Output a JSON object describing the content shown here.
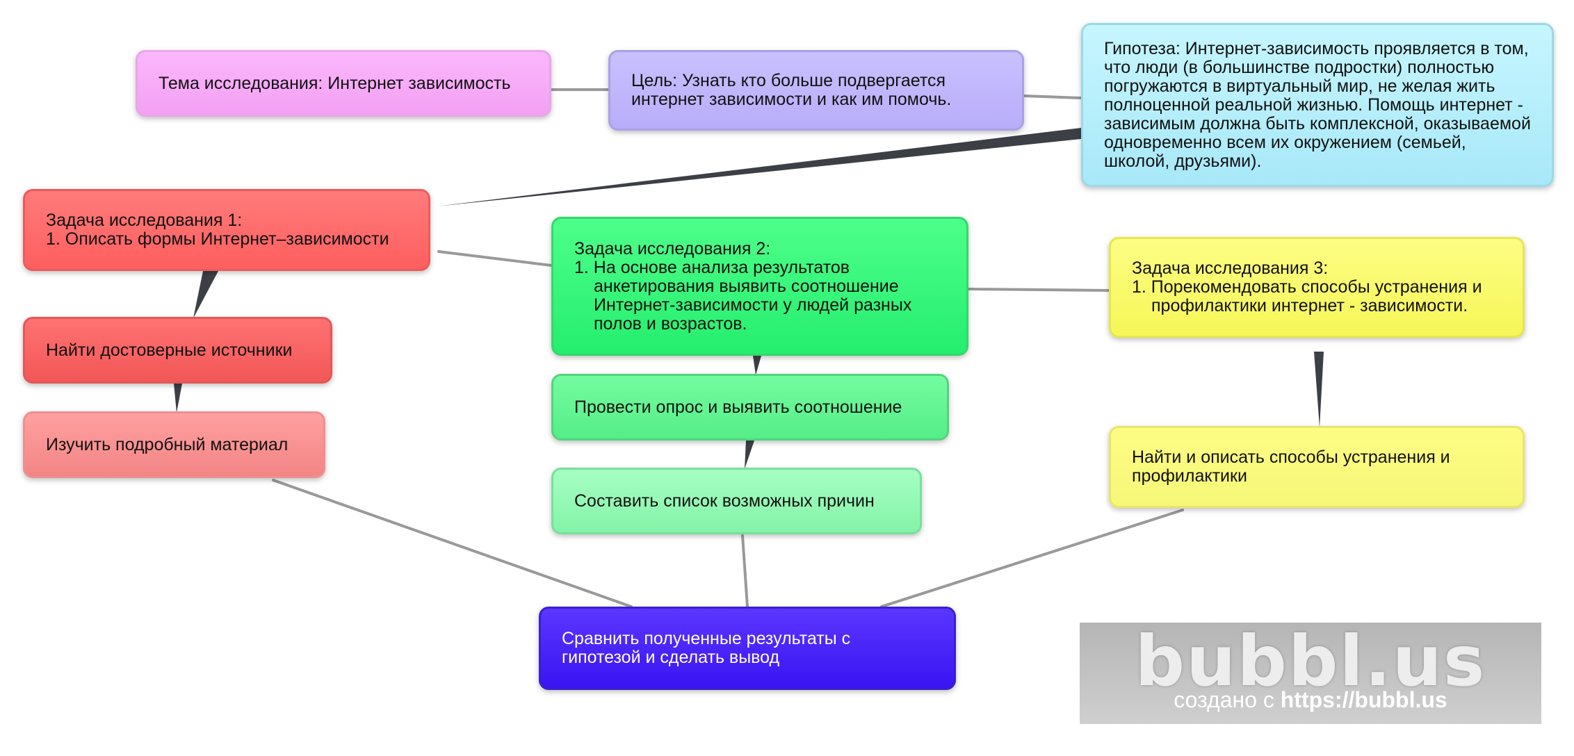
{
  "diagram": {
    "nodes": {
      "topic": {
        "text": "Тема исследования: Интернет зависимость",
        "color": "#f7aaf7"
      },
      "goal": {
        "lines": [
          "Цель:  Узнать кто больше подвергается",
          "интернет зависимости и как им помочь."
        ],
        "color": "#c1b6fd"
      },
      "hypothesis": {
        "text": "Гипотеза:  Интернет-зависимость проявляется в том, что люди (в большинстве подростки) полностью погружаются в виртуальный мир, не желая жить полноценной реальной жизнью. Помощь интернет - зависимым должна быть комплексной, оказываемой одновременно всем их окружением (семьей, школой, друзьями).",
        "color": "#b6f0fc"
      },
      "task1": {
        "title": "Задача исследования 1:",
        "item": "1. Описать формы Интернет–зависимости",
        "color": "#ff6b6b"
      },
      "find_sources": {
        "text": "Найти достоверные источники",
        "color": "#f86565"
      },
      "study_material": {
        "text": "Изучить подробный материал",
        "color": "#f99292"
      },
      "task2": {
        "title": "Задача исследования 2:",
        "item": "1. На основе анализа результатов анкетирования выявить соотношение Интернет-зависимости у людей разных полов и возрастов.",
        "color": "#3af77c"
      },
      "survey": {
        "text": "Провести опрос и выявить соотношение",
        "color": "#65f594"
      },
      "causes_list": {
        "text": "Составить список возможных причин",
        "color": "#95f9b5"
      },
      "task3": {
        "title": "Задача исследования 3:",
        "item": "1. Порекомендовать способы устранения и профилактики интернет - зависимости.",
        "color": "#fafa6e"
      },
      "find_ways": {
        "lines": [
          "Найти и описать способы устранения и",
          "профилактики"
        ],
        "color": "#fafa7e"
      },
      "compare": {
        "lines": [
          "Сравнить полученные результаты с",
          "гипотезой и сделать вывод"
        ],
        "color": "#4a25f8"
      }
    },
    "connector_colors": {
      "line": "#999999",
      "taper": "#3d3f47"
    }
  },
  "watermark": {
    "logo": "bubbl.us",
    "caption_prefix": "создано с ",
    "caption_url": "https://bubbl.us"
  }
}
